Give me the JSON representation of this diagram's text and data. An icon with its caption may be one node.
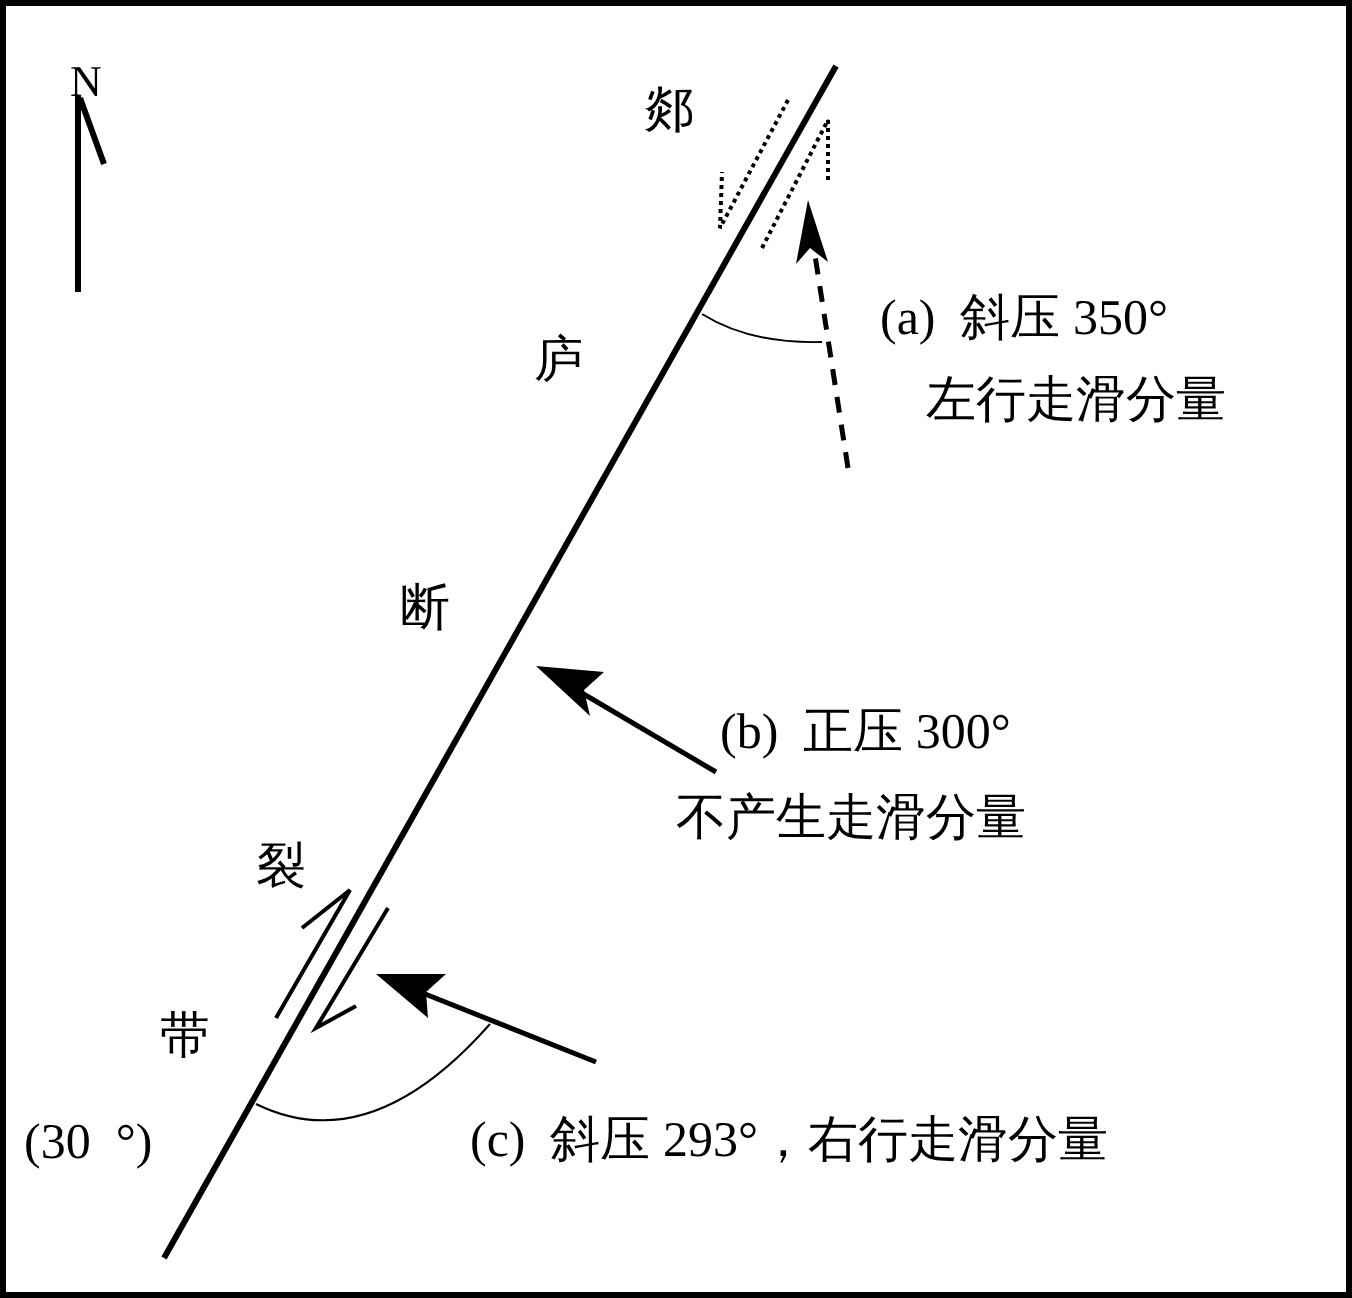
{
  "diagram": {
    "labels": [
      "N",
      "郯",
      "庐",
      "(a)  斜压 350°",
      "左行走滑分量",
      "断",
      "(b)  正压 300°",
      "不产生走滑分量",
      "裂",
      "带",
      "(30  °)",
      "(c)  斜压 293°，右行走滑分量"
    ]
  }
}
